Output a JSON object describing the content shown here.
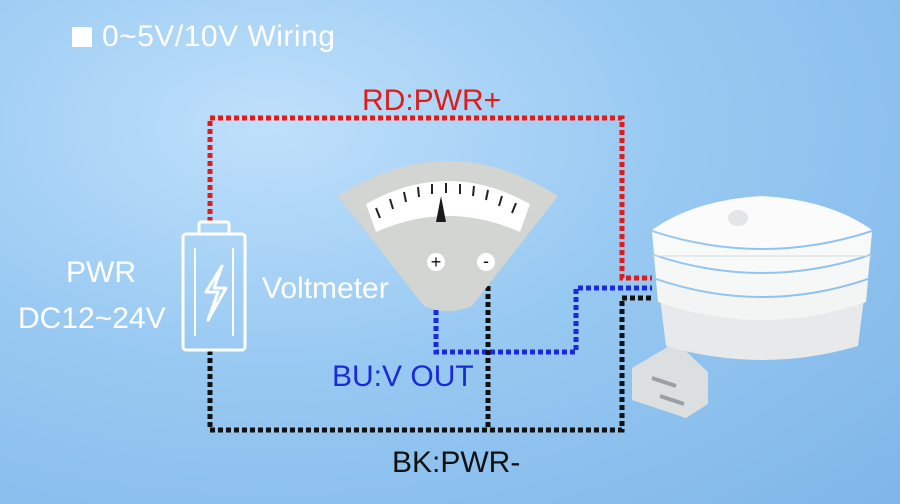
{
  "title": "0~5V/10V Wiring",
  "wires": {
    "red_label": "RD:PWR+",
    "blue_label": "BU:V OUT",
    "black_label": "BK:PWR-"
  },
  "power": {
    "line1": "PWR",
    "line2": "DC12~24V"
  },
  "meter": {
    "label": "Voltmeter",
    "plus": "+",
    "minus": "-"
  },
  "colors": {
    "red": "#e11a1a",
    "blue": "#1b2ad8",
    "black": "#111111",
    "white": "#ffffff"
  }
}
